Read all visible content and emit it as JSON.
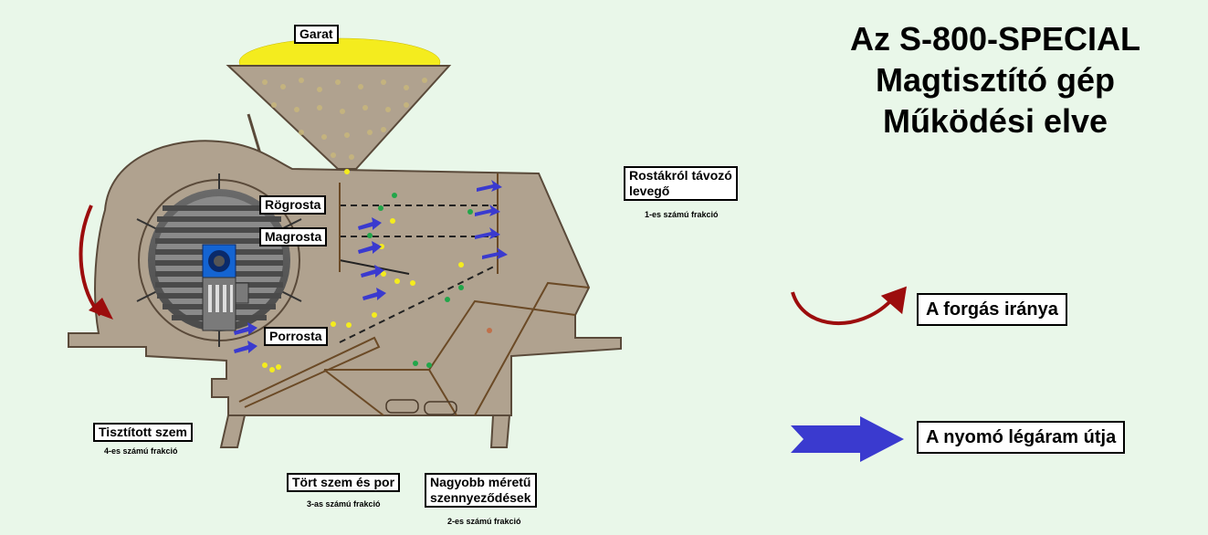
{
  "title": {
    "line1": "Az S-800-SPECIAL",
    "line2": "Magtisztító gép",
    "line3": "Működési elve"
  },
  "labels": {
    "garat": "Garat",
    "rogrosta": "Rögrosta",
    "magrosta": "Magrosta",
    "porrosta": "Porrosta",
    "air_exit_line1": "Rostákról távozó",
    "air_exit_line2": "levegő",
    "fraction_1": "1-es számú frakció",
    "clean_grain": "Tisztított szem",
    "fraction_4": "4-es számú frakció",
    "broken": "Tört szem és por",
    "fraction_3": "3-as számú frakció",
    "impurities_line1": "Nagyobb méretű",
    "impurities_line2": "szennyeződések",
    "fraction_2": "2-es számú frakció"
  },
  "legend": {
    "rotation": "A forgás iránya",
    "airflow": "A nyomó légáram útja"
  },
  "colors": {
    "background": "#e9f7e9",
    "machine": "#b0a28f",
    "outline": "#5a4a3a",
    "fan": "#555555",
    "grain": "#f4ec1e",
    "green_particle": "#22a64a",
    "air_arrow": "#3a3acf",
    "rotation_arrow": "#9c0d0d",
    "motor_blue": "#1464d2"
  },
  "icons": {
    "rotation": "curved-arrow-icon",
    "airflow": "block-arrow-icon"
  }
}
